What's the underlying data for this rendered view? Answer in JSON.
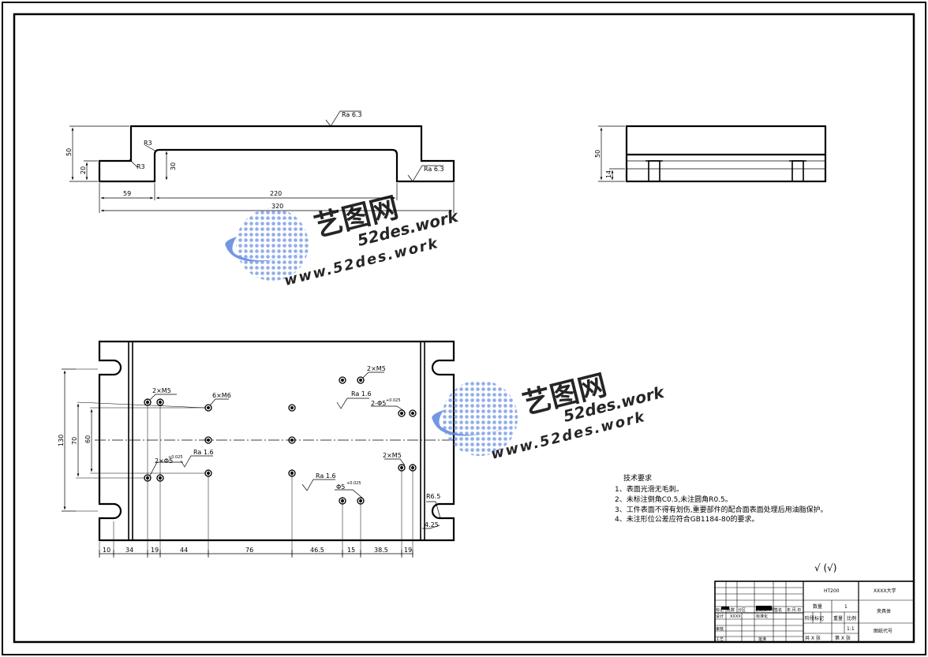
{
  "watermark": {
    "brand": "艺图网",
    "site": "52des.work",
    "url": "www.52des.work",
    "color": "#3a6fd8"
  },
  "top_view": {
    "roughness_top": "Ra 6.3",
    "roughness_right": "Ra 6.3",
    "radius_left": "R3",
    "radius_inner": "R3",
    "dim_height_total": "50",
    "dim_height_foot": "20",
    "dim_height_slot": "30",
    "dim_left": "59",
    "dim_middle": "220",
    "dim_total": "320"
  },
  "side_view": {
    "dim_height": "50",
    "dim_foot": "14"
  },
  "plan_view": {
    "label_m5_left": "2×M5",
    "label_m6": "6×M6",
    "label_m5_top": "2×M5",
    "label_ra16_top": "Ra 1.6",
    "label_pin_top": "2-Φ5",
    "label_pin_top_tol": "+0.025",
    "label_pin_left": "2×Φ5",
    "label_pin_left_tol": "+0.025",
    "label_ra16_left": "Ra 1.6",
    "label_m5_right": "2×M5",
    "label_ra16_bottom": "Ra 1.6",
    "label_pin_bottom": "Φ5",
    "label_pin_bottom_tol": "+0.025",
    "label_r65": "R6.5",
    "label_425": "4.25",
    "dim_v_130": "130",
    "dim_v_70": "70",
    "dim_v_60": "60",
    "dims_h": [
      "10",
      "34",
      "19",
      "44",
      "76",
      "46.5",
      "15",
      "38.5",
      "19"
    ]
  },
  "tech_requirements": {
    "title": "技术要求",
    "items": [
      "1、表面光滑无毛刺。",
      "2、未标注倒角C0.5,未注圆角R0.5。",
      "3、工件表面不得有划伤,重要部件的配合面表面处理后用油脂保护。",
      "4、未注形位公差应符合GB1184-80的要求。"
    ]
  },
  "surface_other": "√ (√)",
  "title_block": {
    "material": "HT200",
    "school": "XXXX大学",
    "part_name": "夹具体",
    "qty_label": "数量",
    "qty_value": "1",
    "stage_label": "阶段标记",
    "weight_label": "重量",
    "scale_label": "比例",
    "scale_value": "1:1",
    "sheet_total": "共 X 张",
    "sheet_no": "第 X 张",
    "drawing_no": "图纸代号",
    "hdr": [
      "标记",
      "处数",
      "分区",
      "更改文件号",
      "签名",
      "年.月.日"
    ],
    "design": "设计",
    "designer": "XXXX",
    "standard": "标准化",
    "review": "审核",
    "process": "工艺",
    "approve": "批准"
  }
}
